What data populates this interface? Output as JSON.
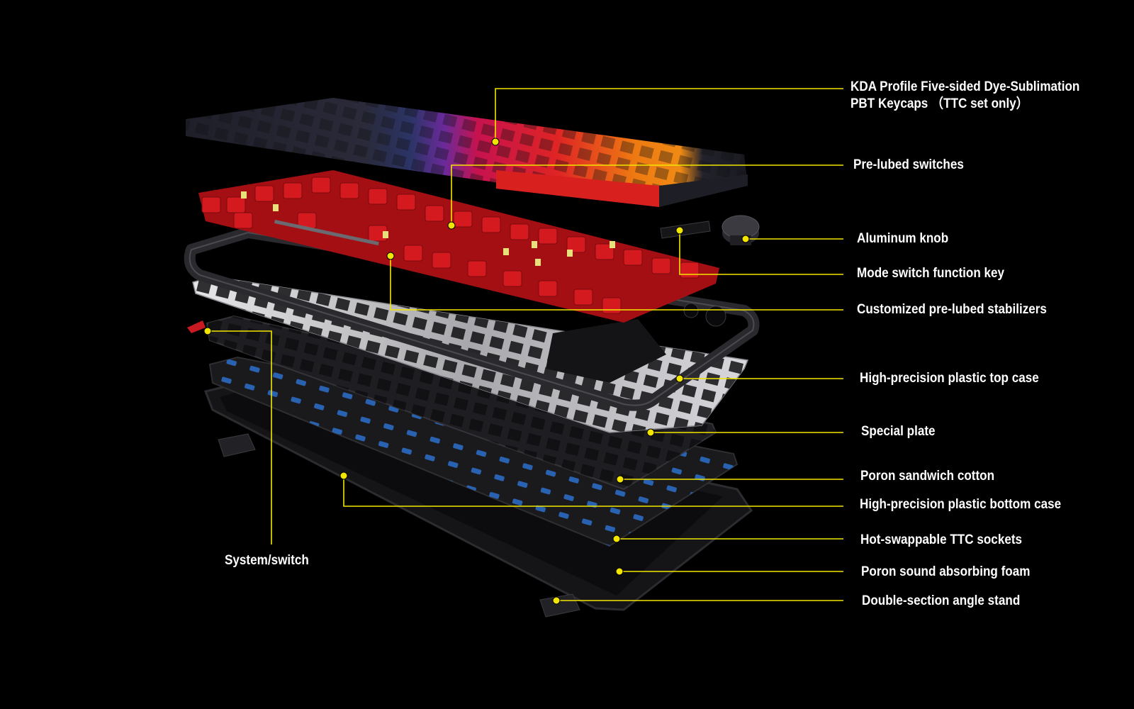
{
  "colors": {
    "background": "#000000",
    "leader_line": "#f2e600",
    "label_text": "#ffffff",
    "switch_red": "#c8151b",
    "keycap_dark": "#23232e",
    "keycap_purple": "#5a2a8a",
    "keycap_magenta": "#c2124a",
    "keycap_red": "#d81e22",
    "keycap_orange": "#ec7812",
    "plate_silver": "#c9c9cc",
    "frame_black": "#1c1c1f",
    "socket_blue": "#1e5aa8"
  },
  "components": [
    {
      "id": "keycaps",
      "lines": [
        "KDA Profile Five-sided Dye-Sublimation",
        "PBT Keycaps （TTC set only）"
      ]
    },
    {
      "id": "switches",
      "lines": [
        "Pre-lubed switches"
      ]
    },
    {
      "id": "knob",
      "lines": [
        "Aluminum knob"
      ]
    },
    {
      "id": "mode-switch",
      "lines": [
        "Mode switch function key"
      ]
    },
    {
      "id": "stabilizers",
      "lines": [
        "Customized pre-lubed stabilizers"
      ]
    },
    {
      "id": "top-case",
      "lines": [
        "High-precision plastic top case"
      ]
    },
    {
      "id": "plate",
      "lines": [
        "Special plate"
      ]
    },
    {
      "id": "sandwich-cotton",
      "lines": [
        "Poron sandwich cotton"
      ]
    },
    {
      "id": "bottom-case",
      "lines": [
        "High-precision plastic bottom case"
      ]
    },
    {
      "id": "sockets",
      "lines": [
        "Hot-swappable TTC sockets"
      ]
    },
    {
      "id": "foam",
      "lines": [
        "Poron sound absorbing foam"
      ]
    },
    {
      "id": "stand",
      "lines": [
        "Double-section angle stand"
      ]
    },
    {
      "id": "system-switch",
      "lines": [
        "System/switch"
      ]
    }
  ]
}
